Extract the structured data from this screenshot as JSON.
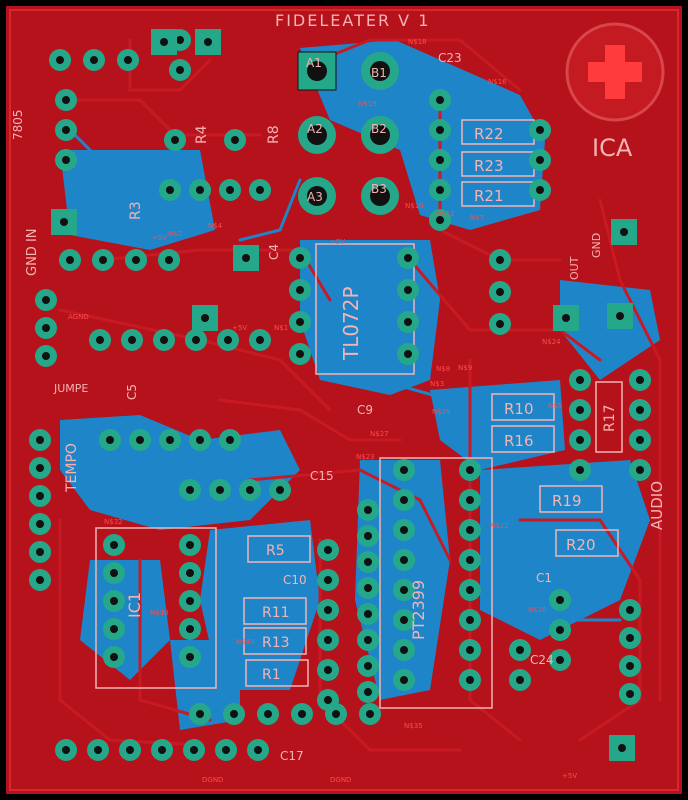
{
  "board": {
    "title": "FIDELEATER V 1",
    "brand": "ICA",
    "colors": {
      "top_copper": "#b5121b",
      "bottom_copper": "#1e86c8",
      "pad": "#25a88a",
      "silkscreen": "#f4b3b3",
      "net_label": "#ff4b4b",
      "background": "#000000"
    }
  },
  "silkscreen_labels": [
    {
      "id": "lbl-title",
      "text": "FIDELEATER V 1"
    },
    {
      "id": "lbl-ica",
      "text": "ICA"
    },
    {
      "id": "lbl-7805",
      "text": "7805"
    },
    {
      "id": "lbl-gndin",
      "text": "GND IN"
    },
    {
      "id": "lbl-tl072p",
      "text": "TL072P"
    },
    {
      "id": "lbl-a1",
      "text": "A1"
    },
    {
      "id": "lbl-a2",
      "text": "A2"
    },
    {
      "id": "lbl-a3",
      "text": "A3"
    },
    {
      "id": "lbl-b1",
      "text": "B1"
    },
    {
      "id": "lbl-b2",
      "text": "B2"
    },
    {
      "id": "lbl-b3",
      "text": "B3"
    },
    {
      "id": "lbl-c23",
      "text": "C23"
    },
    {
      "id": "lbl-r22",
      "text": "R22"
    },
    {
      "id": "lbl-r23",
      "text": "R23"
    },
    {
      "id": "lbl-r21",
      "text": "R21"
    },
    {
      "id": "lbl-r8",
      "text": "R8"
    },
    {
      "id": "lbl-r4",
      "text": "R4"
    },
    {
      "id": "lbl-r3",
      "text": "R3"
    },
    {
      "id": "lbl-r10",
      "text": "R10"
    },
    {
      "id": "lbl-r16",
      "text": "R16"
    },
    {
      "id": "lbl-r19",
      "text": "R19"
    },
    {
      "id": "lbl-r20",
      "text": "R20"
    },
    {
      "id": "lbl-r5",
      "text": "R5"
    },
    {
      "id": "lbl-r11",
      "text": "R11"
    },
    {
      "id": "lbl-r13",
      "text": "R13"
    },
    {
      "id": "lbl-r1",
      "text": "R1"
    },
    {
      "id": "lbl-r17",
      "text": "R17"
    },
    {
      "id": "lbl-c4",
      "text": "C4"
    },
    {
      "id": "lbl-c5",
      "text": "C5"
    },
    {
      "id": "lbl-c9",
      "text": "C9"
    },
    {
      "id": "lbl-c15",
      "text": "C15"
    },
    {
      "id": "lbl-c10",
      "text": "C10"
    },
    {
      "id": "lbl-c17",
      "text": "C17"
    },
    {
      "id": "lbl-c24",
      "text": "C24"
    },
    {
      "id": "lbl-c1",
      "text": "C1"
    },
    {
      "id": "lbl-ic1",
      "text": "IC1"
    },
    {
      "id": "lbl-tempo",
      "text": "TEMPO"
    },
    {
      "id": "lbl-jumper",
      "text": "JUMPE"
    },
    {
      "id": "lbl-audio",
      "text": "AUDIO"
    },
    {
      "id": "lbl-pt2399",
      "text": "PT2399"
    },
    {
      "id": "lbl-gnd",
      "text": "GND"
    },
    {
      "id": "lbl-out",
      "text": "OUT"
    }
  ],
  "net_labels": [
    {
      "id": "n1",
      "text": "N$18"
    },
    {
      "id": "n2",
      "text": "N$16"
    },
    {
      "id": "n3",
      "text": "N$19"
    },
    {
      "id": "n4",
      "text": "N$12"
    },
    {
      "id": "n5",
      "text": "N$10"
    },
    {
      "id": "n6",
      "text": "N$7"
    },
    {
      "id": "n7",
      "text": "N$24"
    },
    {
      "id": "n8",
      "text": "N$29"
    },
    {
      "id": "n9",
      "text": "N$27"
    },
    {
      "id": "n10",
      "text": "N$23"
    },
    {
      "id": "n11",
      "text": "N$22"
    },
    {
      "id": "n12",
      "text": "N$30"
    },
    {
      "id": "n13",
      "text": "N$32"
    },
    {
      "id": "n14",
      "text": "N$40"
    },
    {
      "id": "n15",
      "text": "N$35"
    },
    {
      "id": "n16",
      "text": "N$3"
    },
    {
      "id": "n17",
      "text": "N$8"
    },
    {
      "id": "n18",
      "text": "N$5"
    },
    {
      "id": "n19",
      "text": "+5V"
    },
    {
      "id": "n20",
      "text": "+9V"
    },
    {
      "id": "n21",
      "text": "DGND"
    },
    {
      "id": "n22",
      "text": "AGND"
    },
    {
      "id": "n23",
      "text": "+5V"
    },
    {
      "id": "n24",
      "text": "DGND"
    },
    {
      "id": "n25",
      "text": "+5V"
    },
    {
      "id": "n26",
      "text": "N$20"
    },
    {
      "id": "n27",
      "text": "N$9"
    },
    {
      "id": "n28",
      "text": "N$4"
    },
    {
      "id": "n29",
      "text": "N$2"
    },
    {
      "id": "n30",
      "text": "N$1"
    }
  ]
}
